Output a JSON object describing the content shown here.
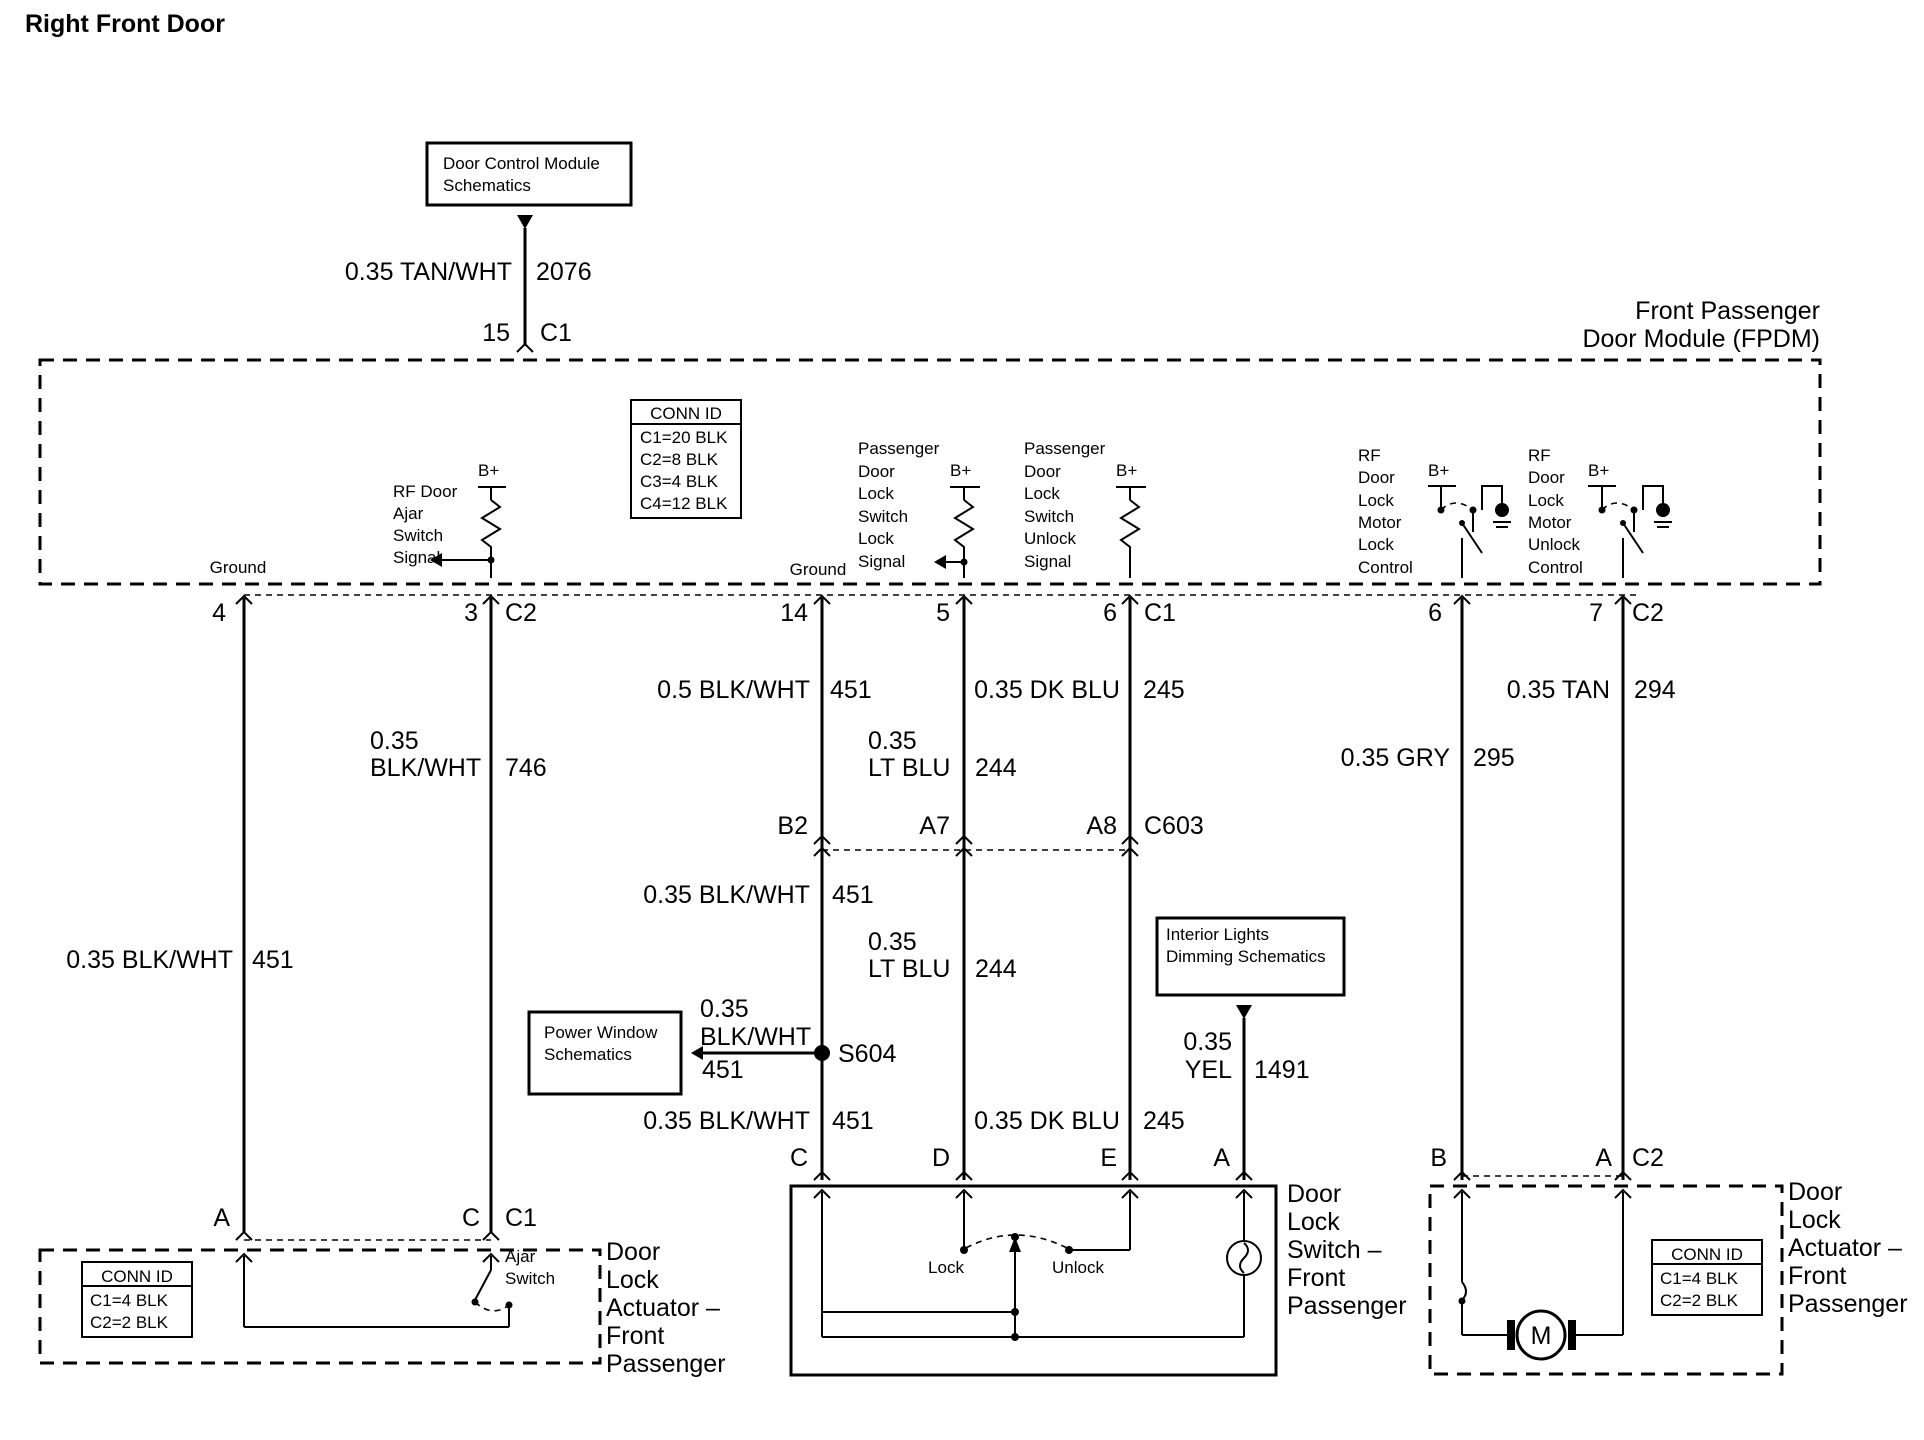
{
  "title": "Right Front Door",
  "refs": {
    "dcm": [
      "Door Control Module",
      "Schematics"
    ],
    "power_window": [
      "Power Window",
      "Schematics"
    ],
    "interior_lights": [
      "Interior Lights",
      "Dimming Schematics"
    ]
  },
  "fpdm": {
    "name_line1": "Front Passenger",
    "name_line2": "Door Module (FPDM)",
    "conn_id": [
      "CONN ID",
      "C1=20 BLK",
      "C2=8 BLK",
      "C3=4 BLK",
      "C4=12 BLK"
    ],
    "ground1": "Ground",
    "ground2": "Ground",
    "ajar_label": [
      "RF Door",
      "Ajar",
      "Switch",
      "Signal"
    ],
    "lock_switch_label": [
      "Passenger",
      "Door",
      "Lock",
      "Switch",
      "Lock",
      "Signal"
    ],
    "unlock_switch_label": [
      "Passenger",
      "Door",
      "Lock",
      "Switch",
      "Unlock",
      "Signal"
    ],
    "motor_lock_label": [
      "RF",
      "Door",
      "Lock",
      "Motor",
      "Lock",
      "Control"
    ],
    "motor_unlock_label": [
      "RF",
      "Door",
      "Lock",
      "Motor",
      "Unlock",
      "Control"
    ],
    "bplus": "B+"
  },
  "top_wire": {
    "gauge": "0.35 TAN/WHT",
    "circuit": "2076",
    "pin": "15",
    "conn": "C1"
  },
  "pins_top": {
    "p4": "4",
    "p3": "3",
    "c2a": "C2",
    "p14": "14",
    "p5": "5",
    "p6": "6",
    "c1": "C1",
    "p6b": "6",
    "p7": "7",
    "c2b": "C2"
  },
  "wires": {
    "w451_left": {
      "gauge": "0.35 BLK/WHT",
      "circuit": "451"
    },
    "w746": {
      "gauge_line1": "0.35",
      "gauge_line2": "BLK/WHT",
      "circuit": "746"
    },
    "w451_upper": {
      "gauge": "0.5 BLK/WHT",
      "circuit": "451"
    },
    "w244_upper": {
      "gauge_line1": "0.35",
      "gauge_line2": "LT BLU",
      "circuit": "244"
    },
    "w245_upper": {
      "gauge": "0.35 DK BLU",
      "circuit": "245"
    },
    "w294": {
      "gauge": "0.35 TAN",
      "circuit": "294"
    },
    "w295": {
      "gauge": "0.35 GRY",
      "circuit": "295"
    },
    "w451_mid": {
      "gauge": "0.35 BLK/WHT",
      "circuit": "451"
    },
    "w244_lower": {
      "gauge_line1": "0.35",
      "gauge_line2": "LT BLU",
      "circuit": "244"
    },
    "w451_splice": {
      "gauge_line1": "0.35",
      "gauge_line2": "BLK/WHT",
      "circuit": "451"
    },
    "w451_lower": {
      "gauge": "0.35 BLK/WHT",
      "circuit": "451"
    },
    "w245_lower": {
      "gauge": "0.35 DK BLU",
      "circuit": "245"
    },
    "w1491": {
      "gauge_line1": "0.35",
      "gauge_line2": "YEL",
      "circuit": "1491"
    }
  },
  "c603": {
    "b2": "B2",
    "a7": "A7",
    "a8": "A8",
    "name": "C603"
  },
  "splice": "S604",
  "switch_pins": {
    "c": "C",
    "d": "D",
    "e": "E",
    "a": "A"
  },
  "door_lock_switch": {
    "name": [
      "Door",
      "Lock",
      "Switch –",
      "Front",
      "Passenger"
    ],
    "lock": "Lock",
    "unlock": "Unlock"
  },
  "left_actuator": {
    "pin_a": "A",
    "pin_c": "C",
    "conn": "C1",
    "ajar_switch": [
      "Ajar",
      "Switch"
    ],
    "conn_id": [
      "CONN ID",
      "C1=4 BLK",
      "C2=2 BLK"
    ],
    "name": [
      "Door",
      "Lock",
      "Actuator –",
      "Front",
      "Passenger"
    ]
  },
  "right_actuator": {
    "pin_b": "B",
    "pin_a": "A",
    "conn": "C2",
    "conn_id": [
      "CONN ID",
      "C1=4 BLK",
      "C2=2 BLK"
    ],
    "motor": "M",
    "name": [
      "Door",
      "Lock",
      "Actuator –",
      "Front",
      "Passenger"
    ]
  }
}
